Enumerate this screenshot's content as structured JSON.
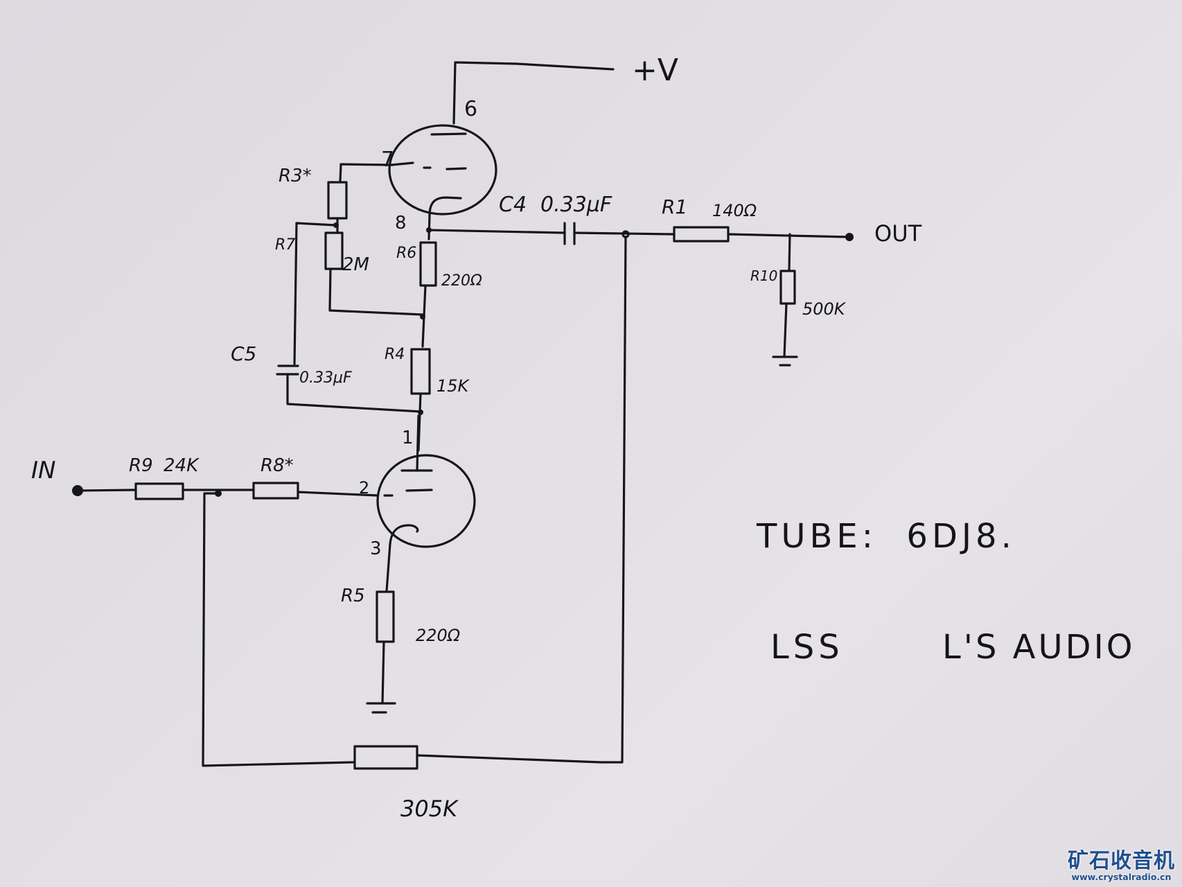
{
  "diagram": {
    "type": "vacuum-tube amplifier schematic (hand-drawn)",
    "supply_label": "+V",
    "input_label": "IN",
    "output_label": "OUT",
    "upper_tube_pins": {
      "plate": "6",
      "grid": "7",
      "cathode": "8"
    },
    "lower_tube_pins": {
      "plate": "1",
      "grid": "2",
      "cathode": "3"
    },
    "components": [
      {
        "ref": "R3",
        "ref_label": "R3*",
        "value": "",
        "marker": "*"
      },
      {
        "ref": "R7",
        "ref_label": "R7",
        "value": "2M"
      },
      {
        "ref": "R6",
        "ref_label": "R6",
        "value": "220Ω"
      },
      {
        "ref": "R4",
        "ref_label": "R4",
        "value": "15K"
      },
      {
        "ref": "C5",
        "ref_label": "C5",
        "value": "0.33μF"
      },
      {
        "ref": "C4",
        "ref_label": "C4",
        "value": "0.33μF"
      },
      {
        "ref": "R1",
        "ref_label": "R1",
        "value": "140Ω"
      },
      {
        "ref": "R10",
        "ref_label": "R10",
        "value": "500K"
      },
      {
        "ref": "R9",
        "ref_label": "R9",
        "value": "24K"
      },
      {
        "ref": "R8",
        "ref_label": "R8*",
        "value": "",
        "marker": "*"
      },
      {
        "ref": "R5",
        "ref_label": "R5",
        "value": "220Ω"
      },
      {
        "ref": "Rfb",
        "ref_label": "",
        "value": "305K"
      }
    ],
    "notes": {
      "tube": "TUBE:  6DJ8.",
      "credit_left": "LSS",
      "credit_right": "L'S AUDIO"
    }
  },
  "watermark": {
    "title": "矿石收音机",
    "url": "www.crystalradio.cn",
    "color": "#1f4f8f"
  }
}
